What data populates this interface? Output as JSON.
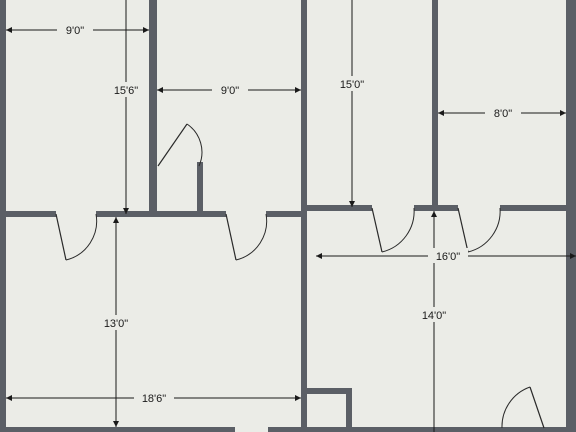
{
  "floor_plan": {
    "colors": {
      "background": "#ebece7",
      "wall": "#5b5f66",
      "dimension": "#1a1a1a"
    },
    "dimensions": {
      "top_left_width": "9'0\"",
      "top_left_height": "15'6\"",
      "top_middle_width": "9'0\"",
      "top_right_inner_height": "15'0\"",
      "top_right_width": "8'0\"",
      "bottom_left_height": "13'0\"",
      "bottom_left_width": "18'6\"",
      "bottom_right_width": "16'0\"",
      "bottom_right_height": "14'0\""
    }
  }
}
